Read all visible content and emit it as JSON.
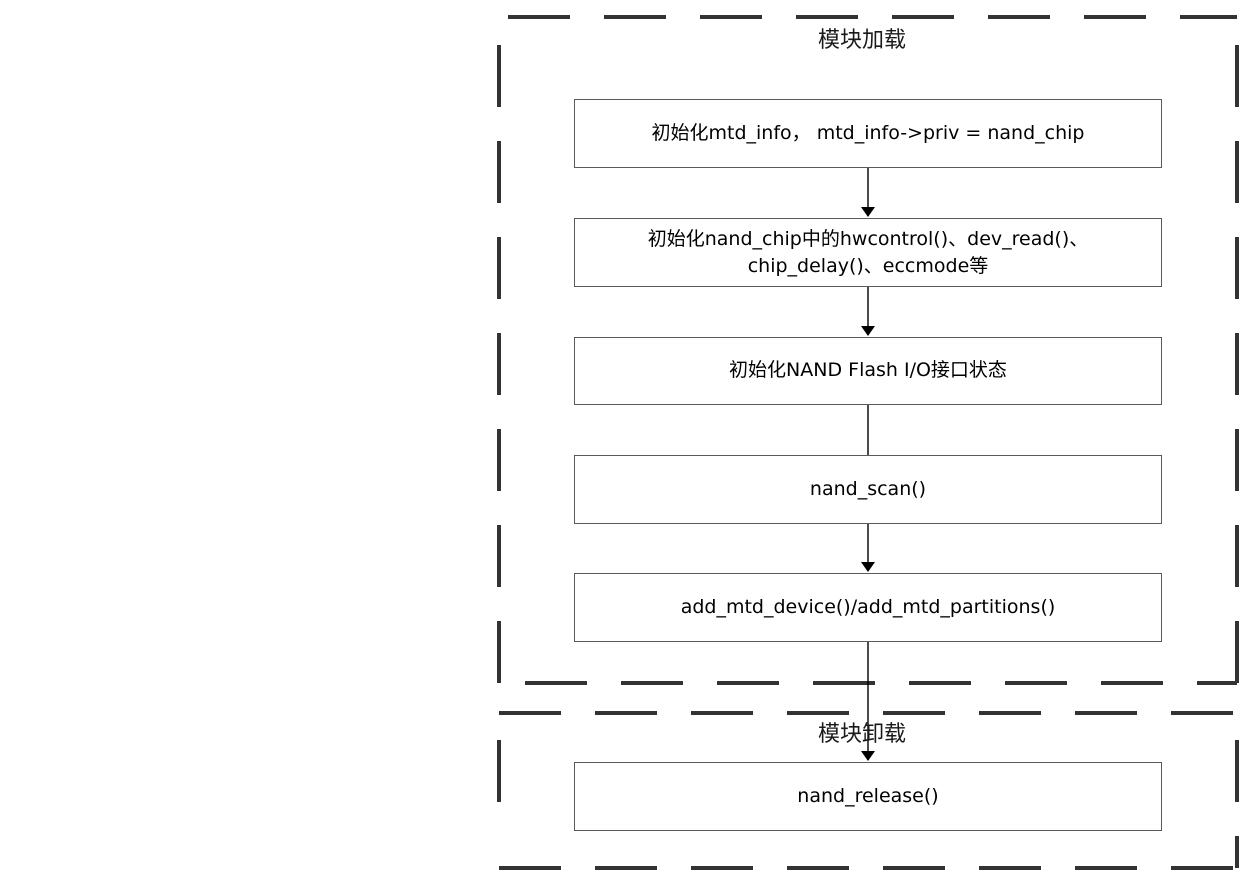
{
  "groups": {
    "load": {
      "title": "模块加载"
    },
    "unload": {
      "title": "模块卸载"
    }
  },
  "nodes": {
    "init_mtd_info": {
      "lines": [
        "初始化mtd_info， mtd_info->priv = nand_chip"
      ]
    },
    "init_nand_chip": {
      "lines": [
        "初始化nand_chip中的hwcontrol()、dev_read()、",
        "chip_delay()、eccmode等"
      ]
    },
    "init_io": {
      "lines": [
        "初始化NAND Flash I/O接口状态"
      ]
    },
    "nand_scan": {
      "lines": [
        "nand_scan()"
      ]
    },
    "add_mtd": {
      "lines": [
        "add_mtd_device()/add_mtd_partitions()"
      ]
    },
    "nand_release": {
      "lines": [
        "nand_release()"
      ]
    }
  },
  "edges": [
    {
      "from": "init_mtd_info",
      "to": "init_nand_chip"
    },
    {
      "from": "init_nand_chip",
      "to": "init_io"
    },
    {
      "from": "init_io",
      "to": "nand_scan"
    },
    {
      "from": "nand_scan",
      "to": "add_mtd"
    },
    {
      "from": "add_mtd",
      "to": "nand_release"
    }
  ]
}
